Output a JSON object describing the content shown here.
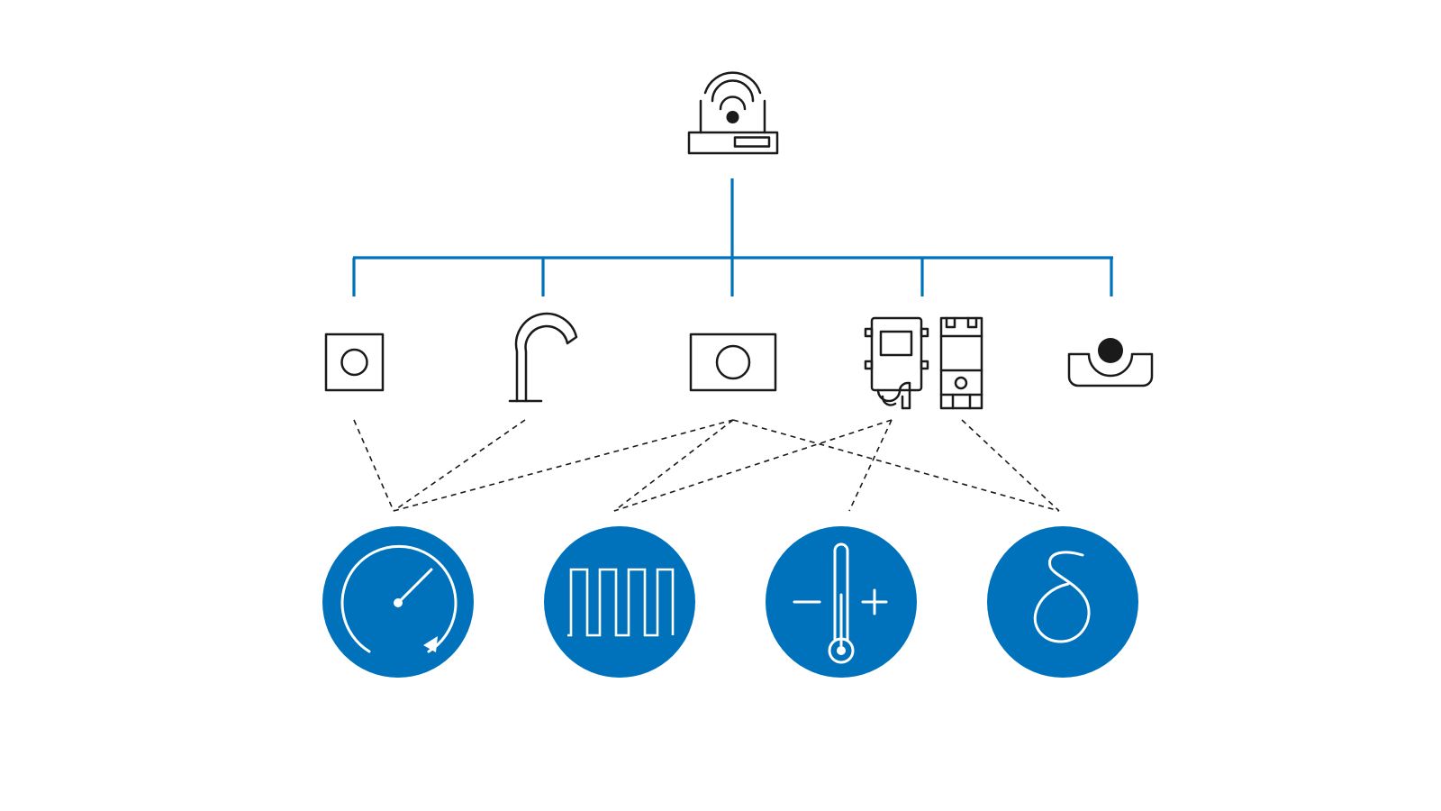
{
  "colors": {
    "background": "#ffffff",
    "accent": "#0072bc",
    "line": "#1a1a1a",
    "icon_foreground": "#ffffff"
  },
  "gateway": {
    "icon": "wifi-router-icon"
  },
  "devices": [
    {
      "id": "small-panel",
      "icon": "square-push-plate-icon"
    },
    {
      "id": "faucet",
      "icon": "faucet-icon"
    },
    {
      "id": "flush-plate",
      "icon": "wide-push-plate-icon"
    },
    {
      "id": "control-units",
      "icon": "control-unit-icons"
    },
    {
      "id": "urinal-sensor",
      "icon": "sensor-bowl-icon"
    }
  ],
  "functions": [
    {
      "id": "flow-rate",
      "icon": "gauge-icon"
    },
    {
      "id": "interval",
      "icon": "square-wave-icon"
    },
    {
      "id": "temperature",
      "icon": "thermometer-plus-minus-icon"
    },
    {
      "id": "delta",
      "icon": "delta-icon"
    }
  ],
  "links": [
    {
      "from": "small-panel",
      "to": "flow-rate"
    },
    {
      "from": "faucet",
      "to": "flow-rate"
    },
    {
      "from": "flow-rate",
      "to": "flow-plate-hub"
    },
    {
      "from": "flow-plate-hub",
      "to": "interval"
    },
    {
      "from": "flow-plate-hub",
      "to": "delta"
    },
    {
      "from": "control-units",
      "to": "interval"
    },
    {
      "from": "control-units",
      "to": "temperature"
    },
    {
      "from": "control-units",
      "to": "delta"
    }
  ]
}
